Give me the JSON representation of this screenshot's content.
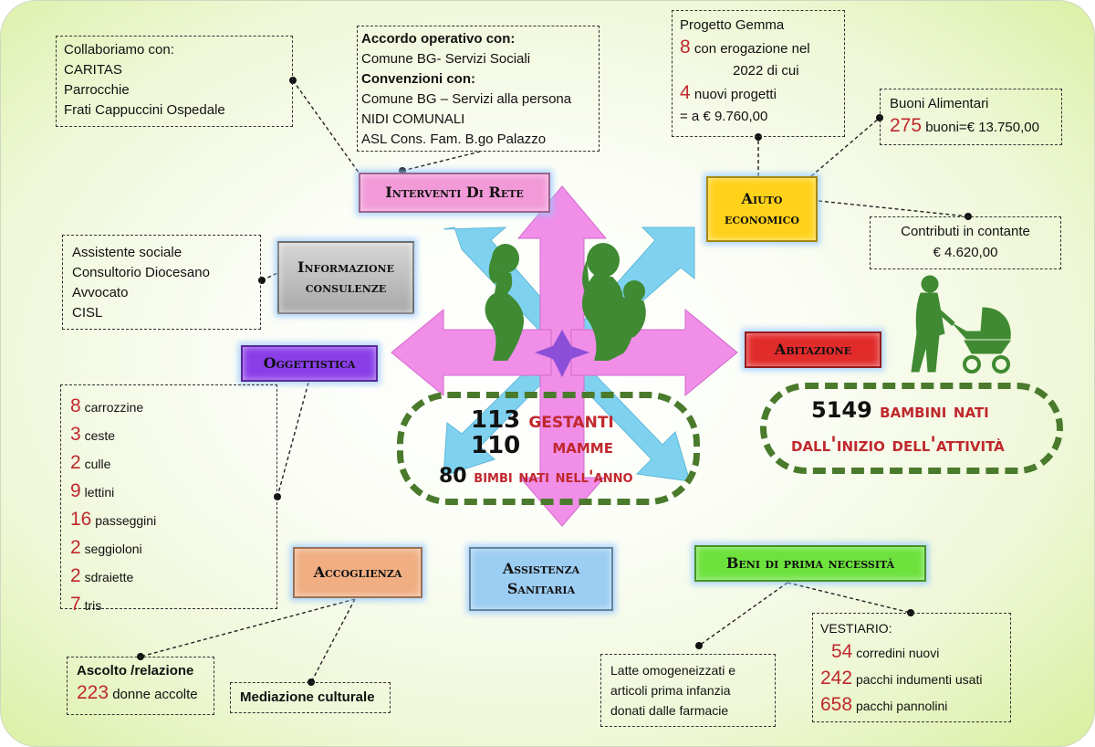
{
  "center": {
    "gestanti_number": "113",
    "gestanti_label": "gestanti",
    "mamme_number": "110",
    "mamme_label": "mamme",
    "bimbi_number": "80",
    "bimbi_label": "bimbi nati nell'anno"
  },
  "total": {
    "number": "5149",
    "line1_label": "bambini nati",
    "line2": "dall'inizio dell'attività"
  },
  "labels": {
    "interventi": "Interventi Di Rete",
    "informazione_1": "Informazione",
    "informazione_2": "consulenze",
    "oggettistica": "Oggettistica",
    "accoglienza": "Accoglienza",
    "assistenza_1": "Assistenza",
    "assistenza_2": "Sanitaria",
    "beni": "Beni di prima necessità",
    "abitazione": "Abitazione",
    "aiuto_1": "Aiuto",
    "aiuto_2": "economico"
  },
  "collaboriamo": {
    "title": "Collaboriamo con:",
    "items": [
      "CARITAS",
      "Parrocchie",
      "Frati Cappuccini Ospedale"
    ]
  },
  "accordo": {
    "title1": "Accordo operativo con:",
    "item1": "Comune BG- Servizi Sociali",
    "title2": "Convenzioni con:",
    "items": [
      "Comune BG – Servizi alla persona",
      "NIDI COMUNALI",
      "ASL Cons. Fam. B.go Palazzo"
    ]
  },
  "gemma": {
    "title": "Progetto Gemma",
    "n1": "8",
    "t1a": "con erogazione nel",
    "t1b": "2022 di cui",
    "n2": "4",
    "t2a": "nuovi progetti",
    "t2b": "= a € 9.760,00"
  },
  "buoni": {
    "title": "Buoni Alimentari",
    "n": "275",
    "text": "buoni=€ 13.750,00"
  },
  "contributi": {
    "title": "Contributi in contante",
    "value": "€ 4.620,00"
  },
  "informazione_box": {
    "items": [
      "Assistente sociale",
      "Consultorio Diocesano",
      "Avvocato",
      "CISL"
    ]
  },
  "oggetti": [
    {
      "n": "8",
      "label": "carrozzine"
    },
    {
      "n": "3",
      "label": "ceste"
    },
    {
      "n": "2",
      "label": "culle"
    },
    {
      "n": "9",
      "label": "lettini"
    },
    {
      "n": "16",
      "label": "passeggini"
    },
    {
      "n": "2",
      "label": "seggioloni"
    },
    {
      "n": "2",
      "label": "sdraiette"
    },
    {
      "n": "7",
      "label": "tris"
    }
  ],
  "ascolto": {
    "title": "Ascolto /relazione",
    "n": "223",
    "text": "donne accolte"
  },
  "mediazione": "Mediazione culturale",
  "latte": [
    "Latte  omogeneizzati e",
    "articoli prima infanzia",
    "donati dalle farmacie"
  ],
  "vestiario": {
    "title": "VESTIARIO:",
    "items": [
      {
        "n": "54",
        "label": "corredini nuovi"
      },
      {
        "n": "242",
        "label": "pacchi indumenti usati"
      },
      {
        "n": "658",
        "label": "pacchi pannolini"
      }
    ]
  },
  "colors": {
    "magenta_arrow": "#f08ee8",
    "cyan_arrow": "#7fd2ef",
    "center_star": "#8b4fd8",
    "silhouette": "#3f8a32",
    "pill_border": "#4a7a2c",
    "number_red": "#c0282d",
    "interventi_bg": "#f29ad8",
    "informazione_bg": "#bdbdbd",
    "oggettistica_bg": "#8a3ee8",
    "accoglienza_bg": "#f0ae82",
    "assistenza_bg": "#9ccdf2",
    "beni_bg": "#6de23d",
    "abitazione_bg": "#e22b2b",
    "aiuto_bg": "#ffd21a"
  },
  "icons": [
    "pregnant-woman-icon",
    "mother-child-icon",
    "woman-with-stroller-icon"
  ]
}
